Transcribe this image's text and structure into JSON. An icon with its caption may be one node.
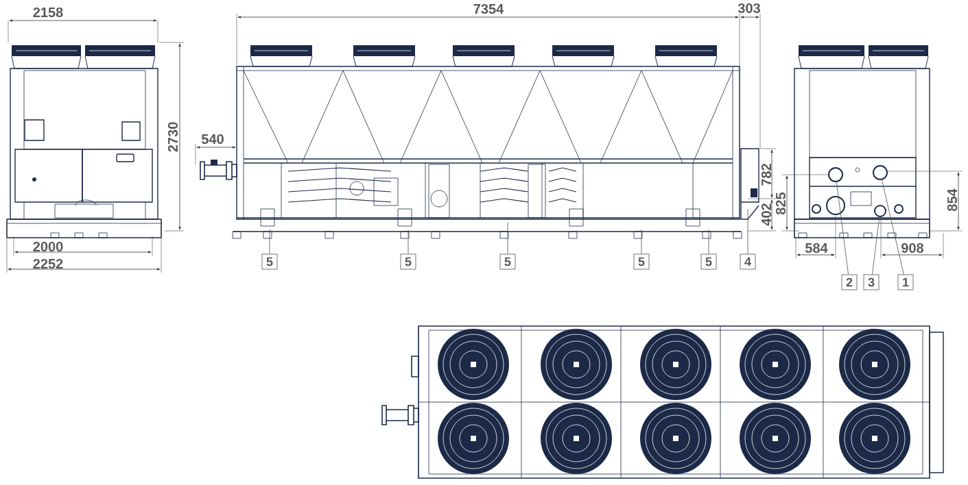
{
  "diagram": {
    "nodes": [
      {
        "text": [
          "5"
        ]
      },
      {
        "text": [
          "5"
        ]
      },
      {
        "text": [
          "5"
        ]
      },
      {
        "text": [
          "5"
        ]
      },
      {
        "text": [
          "5"
        ]
      },
      {
        "text": [
          "4"
        ]
      },
      {
        "text": [
          "2"
        ]
      },
      {
        "text": [
          "3"
        ]
      },
      {
        "text": [
          "1"
        ]
      },
      {
        "text": [],
        "shape": "circle"
      },
      {
        "text": [],
        "shape": "circle"
      },
      {
        "text": [],
        "shape": "circle"
      }
    ],
    "edges": [
      {
        "from": 0,
        "to": null,
        "arrow": "none"
      },
      {
        "from": 1,
        "to": null,
        "arrow": "none"
      },
      {
        "from": 2,
        "to": null,
        "arrow": "none"
      },
      {
        "from": 3,
        "to": null,
        "arrow": "none"
      },
      {
        "from": 4,
        "to": null,
        "arrow": "none"
      },
      {
        "from": 5,
        "to": null,
        "arrow": "none"
      },
      {
        "from": 6,
        "to": 9,
        "arrow": "none"
      },
      {
        "from": 7,
        "to": 11,
        "arrow": "none"
      },
      {
        "from": 8,
        "to": 10,
        "arrow": "none"
      }
    ],
    "labels": [
      "2158",
      "7354",
      "303",
      "2730",
      "540",
      "782",
      "825",
      "854",
      "402",
      "2000",
      "584",
      "908",
      "2252"
    ]
  }
}
